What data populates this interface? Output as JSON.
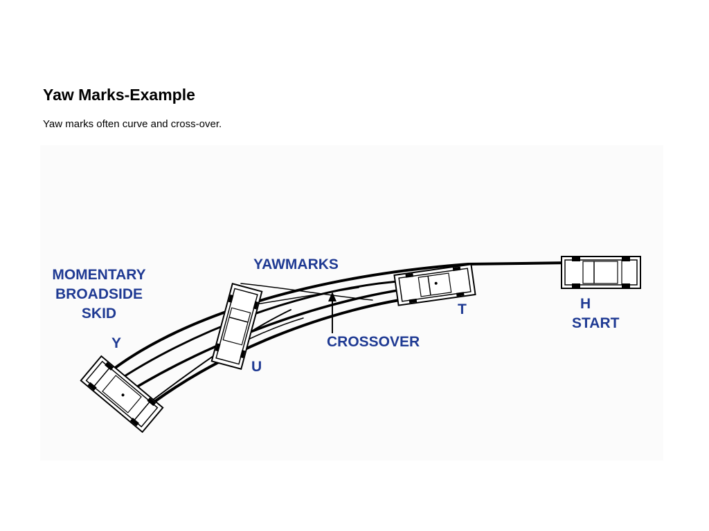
{
  "slide": {
    "title": "Yaw Marks-Example",
    "subtitle": "Yaw marks often curve and cross-over."
  },
  "diagram": {
    "labels": {
      "momentary_line1": "MOMENTARY",
      "momentary_line2": "BROADSIDE",
      "momentary_line3": "SKID",
      "yawmarks": "YAWMARKS",
      "crossover": "CROSSOVER",
      "start": "START"
    },
    "positions": {
      "y": "Y",
      "u": "U",
      "t": "T",
      "h": "H"
    },
    "colors": {
      "label": "#1f3a93",
      "line": "#000000"
    }
  }
}
